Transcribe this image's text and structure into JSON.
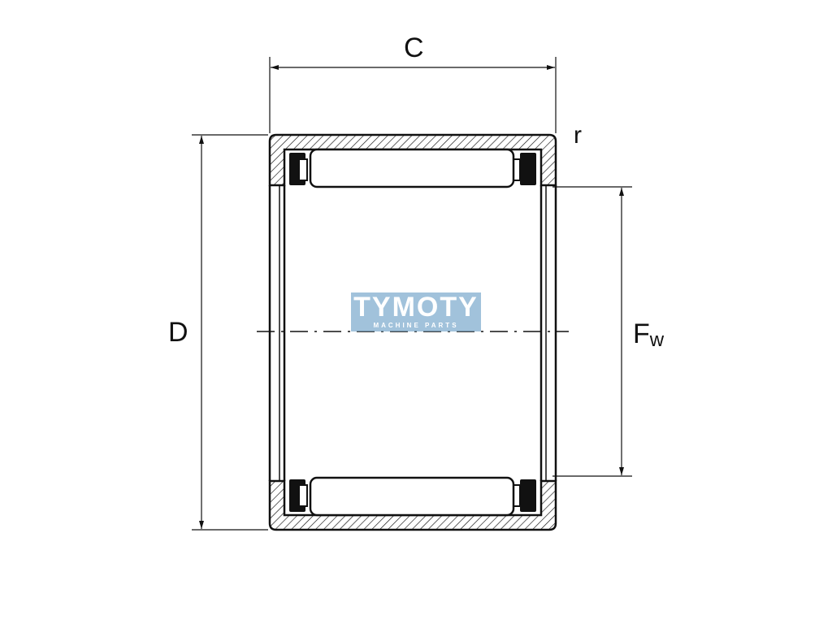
{
  "dimensions": {
    "width_label": "C",
    "radius_label": "r",
    "outer_diameter_label": "D",
    "roller_set_bore_label": "F",
    "roller_set_bore_subscript": "w"
  },
  "logo": {
    "name": "TYMOTY",
    "tagline": "MACHINE PARTS"
  },
  "colors": {
    "line": "#111111",
    "logo_background": "#7daacd",
    "logo_text": "#ffffff"
  }
}
